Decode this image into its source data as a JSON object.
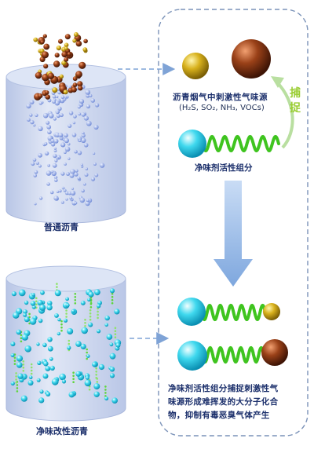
{
  "labels": {
    "ordinary_asphalt": "普通沥青",
    "modified_asphalt": "净味改性沥青",
    "odor_source_line1": "沥青烟气中刺激性气味源",
    "odor_source_line2": "(H₂S, SO₂, NH₃, VOCs)",
    "component": "净味剂活性组分",
    "capture": "捕捉",
    "mechanism_line1": "净味剂活性组分捕捉刺激性气",
    "mechanism_line2": "味源形成难挥发的大分子化合",
    "mechanism_line3": "物，抑制有毒恶臭气体产生"
  },
  "colors": {
    "text": "#1b2f6b",
    "capture_text": "#9acd32",
    "gold_ball": "#c9a416",
    "brown_ball": "#8a3a15",
    "cyan_ball": "#35d2ea",
    "spring": "#4fd02a",
    "arrow": "#8fb3e3",
    "dashed_box": "#7a92b8",
    "cylinder": "#c9d4ee"
  },
  "icons": {
    "gold_molecule": "gold-sphere",
    "brown_molecule": "brown-sphere",
    "active_component": "cyan-sphere-with-green-spring"
  }
}
